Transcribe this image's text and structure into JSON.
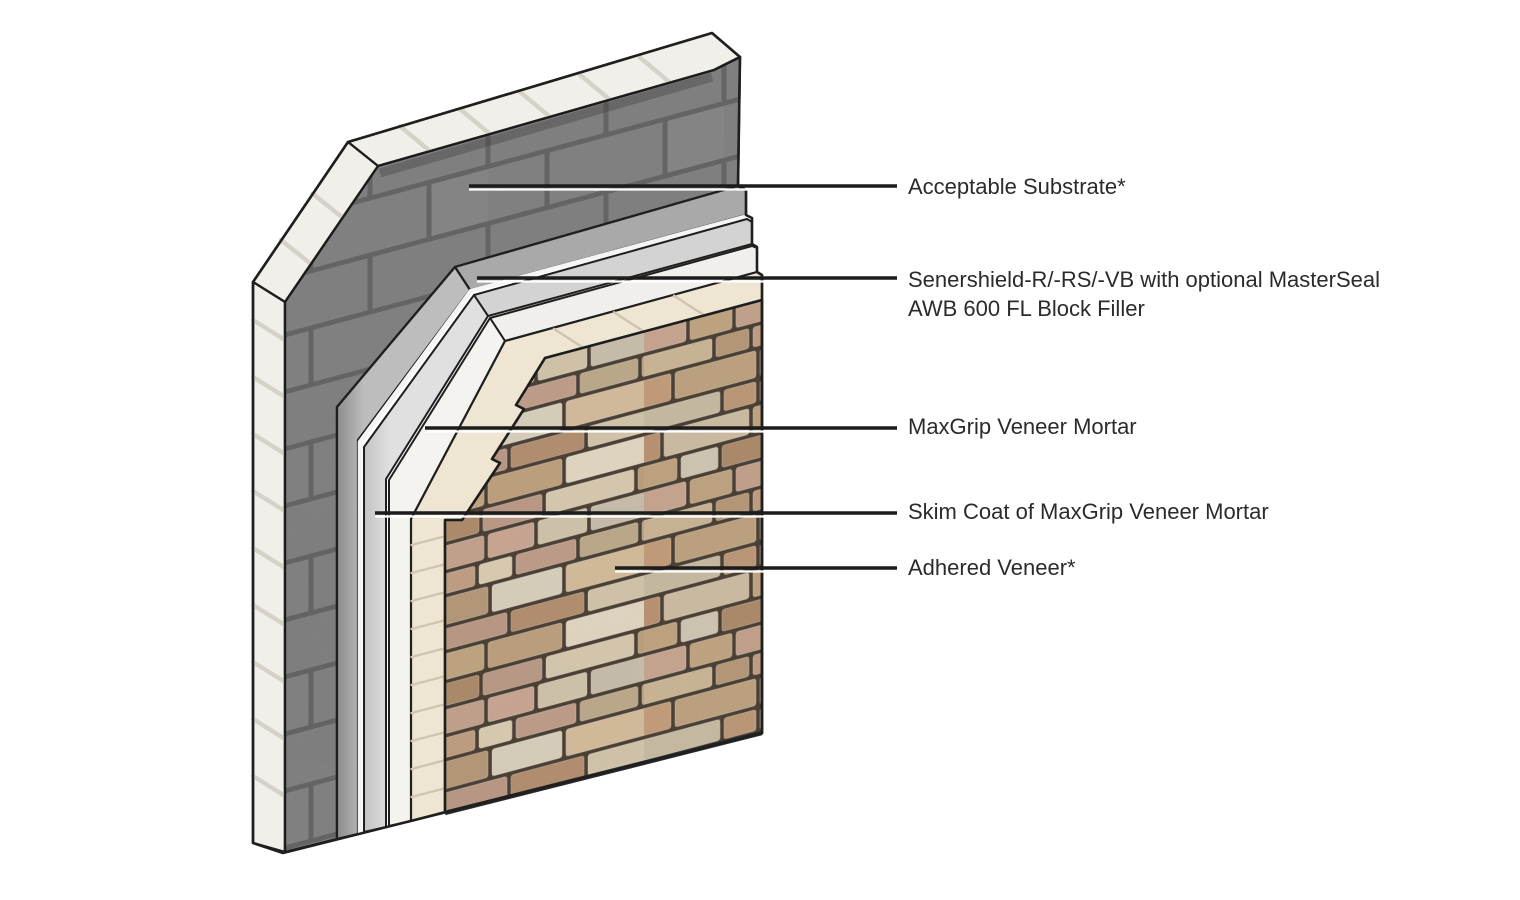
{
  "annotations": [
    {
      "id": "acceptable-substrate",
      "lines": [
        "Acceptable Substrate*"
      ]
    },
    {
      "id": "senershield-membrane",
      "lines": [
        "Senershield-R/-RS/-VB with optional MasterSeal",
        "AWB 600 FL Block Filler"
      ]
    },
    {
      "id": "maxgrip-veneer-mortar",
      "lines": [
        "MaxGrip Veneer Mortar"
      ]
    },
    {
      "id": "skim-coat-maxgrip",
      "lines": [
        "Skim Coat of MaxGrip Veneer Mortar"
      ]
    },
    {
      "id": "adhered-veneer",
      "lines": [
        "Adhered Veneer*"
      ]
    }
  ],
  "colors": {
    "background": "#ffffff",
    "outline": "#1f1f1f",
    "label_text": "#2b2b2b",
    "leader_black": "#1c1c1c",
    "leader_white": "#ffffff",
    "cmu_block": "#9f9f9f",
    "cmu_joint": "#7d7d7d",
    "cmu_side": "#f1efe9",
    "cmu_side_joint": "#d6d2c8",
    "membrane_top": "#a9a9a9",
    "membrane_dark": "#8d8d8d",
    "membrane_light": "#bdbdbd",
    "membrane_highlight": "#f5f5f3",
    "mortar_gray_top": "#d3d3d3",
    "mortar_gray": "#c3c3c3",
    "mortar_gray_light": "#e0e0e0",
    "skim_white_top": "#f0efec",
    "skim_white": "#f4f3ef",
    "stone_edge_cream_top": "#e9dfcc",
    "stone_edge_cream": "#eee5d3",
    "stone_edge_joint": "#cfc4ad",
    "stone_joint": "#55483a",
    "stone_palette": [
      "#dcc5a3",
      "#e6d7bc",
      "#d2b18c",
      "#cfa884",
      "#e0cdb2",
      "#d8ba92",
      "#e9dec9",
      "#d3ad90",
      "#d7b29c",
      "#c9a27e"
    ]
  }
}
